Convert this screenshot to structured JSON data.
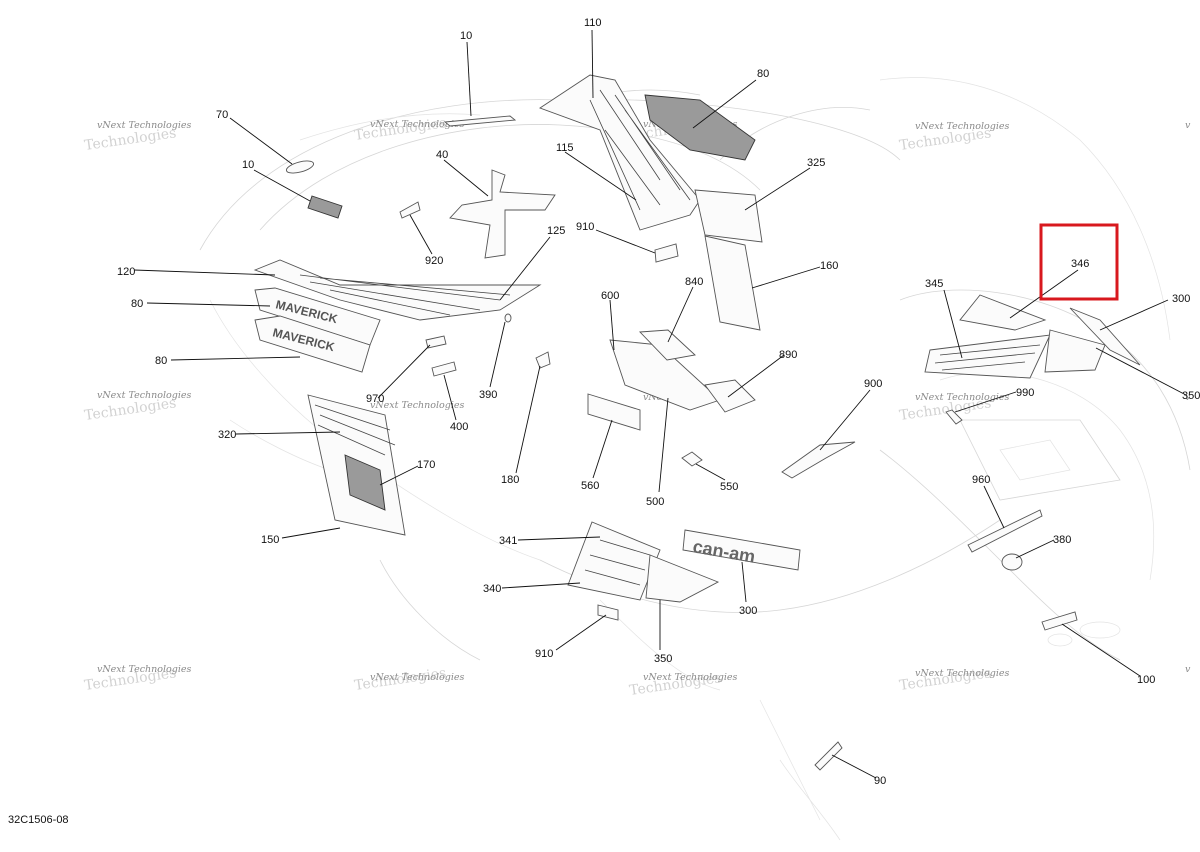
{
  "diagram_code": "32C1506-08",
  "watermark": {
    "line1": "vNext Technologies",
    "line2": "Technologies"
  },
  "callouts": [
    {
      "id": "c10a",
      "label": "10"
    },
    {
      "id": "c110",
      "label": "110"
    },
    {
      "id": "c80a",
      "label": "80"
    },
    {
      "id": "c70",
      "label": "70"
    },
    {
      "id": "c10b",
      "label": "10"
    },
    {
      "id": "c40",
      "label": "40"
    },
    {
      "id": "c115",
      "label": "115"
    },
    {
      "id": "c325",
      "label": "325"
    },
    {
      "id": "c910a",
      "label": "910"
    },
    {
      "id": "c125",
      "label": "125"
    },
    {
      "id": "c920",
      "label": "920"
    },
    {
      "id": "c120",
      "label": "120"
    },
    {
      "id": "c160",
      "label": "160"
    },
    {
      "id": "c80b",
      "label": "80"
    },
    {
      "id": "c840",
      "label": "840"
    },
    {
      "id": "c600",
      "label": "600"
    },
    {
      "id": "c80c",
      "label": "80"
    },
    {
      "id": "c890",
      "label": "890"
    },
    {
      "id": "c970",
      "label": "970"
    },
    {
      "id": "c390",
      "label": "390"
    },
    {
      "id": "c400",
      "label": "400"
    },
    {
      "id": "c320",
      "label": "320"
    },
    {
      "id": "c180",
      "label": "180"
    },
    {
      "id": "c170",
      "label": "170"
    },
    {
      "id": "c560",
      "label": "560"
    },
    {
      "id": "c500",
      "label": "500"
    },
    {
      "id": "c550",
      "label": "550"
    },
    {
      "id": "c150",
      "label": "150"
    },
    {
      "id": "c346",
      "label": "346"
    },
    {
      "id": "c345",
      "label": "345"
    },
    {
      "id": "c300a",
      "label": "300"
    },
    {
      "id": "c350a",
      "label": "350"
    },
    {
      "id": "c990",
      "label": "990"
    },
    {
      "id": "c900",
      "label": "900"
    },
    {
      "id": "c960",
      "label": "960"
    },
    {
      "id": "c380",
      "label": "380"
    },
    {
      "id": "c341",
      "label": "341"
    },
    {
      "id": "c340",
      "label": "340"
    },
    {
      "id": "c300b",
      "label": "300"
    },
    {
      "id": "c910b",
      "label": "910"
    },
    {
      "id": "c350b",
      "label": "350"
    },
    {
      "id": "c100",
      "label": "100"
    },
    {
      "id": "c90",
      "label": "90"
    }
  ],
  "highlighted_callout": "346",
  "highlight_color": "#d8181e",
  "decal_texts": {
    "brand": "can-am",
    "model": "MAVERICK"
  }
}
